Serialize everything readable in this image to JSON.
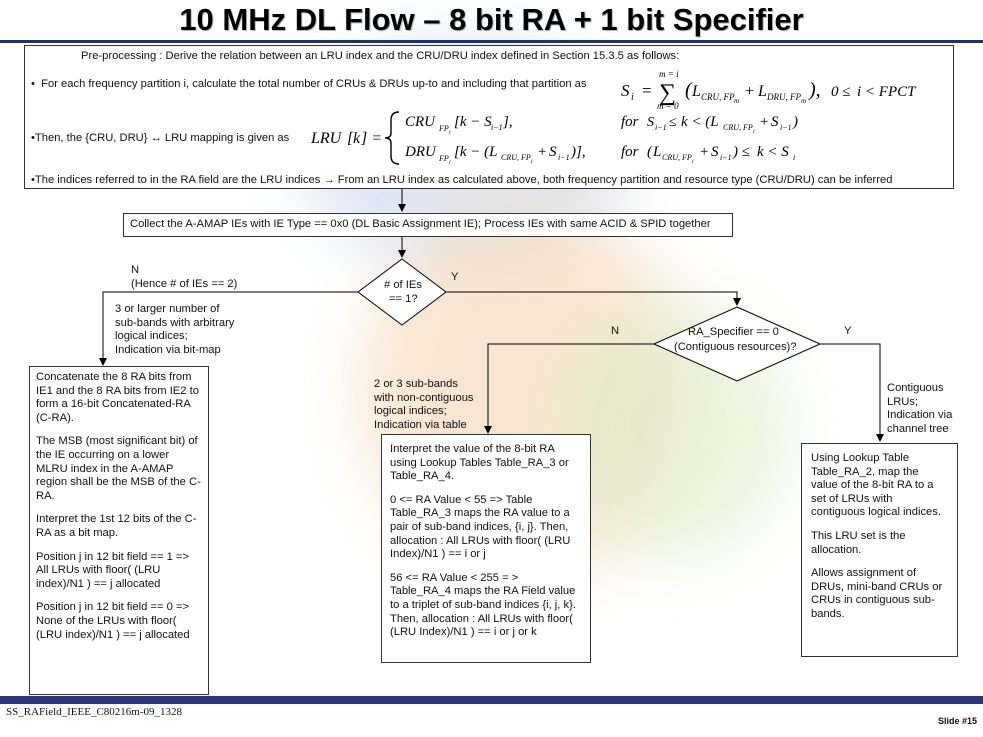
{
  "title": "10 MHz DL Flow – 8 bit RA + 1 bit Specifier",
  "preprocessing": {
    "heading": "Pre-processing : Derive the relation between an LRU index and the CRU/DRU index defined in Section 15.3.5 as follows:",
    "bullet1": "For each frequency partition i, calculate the total number of CRUs & DRUs up-to and including that partition as",
    "bullet1_formula": "S_i = Σ_{m=0}^{m=i} ( L_CRU,FPm + L_DRU,FPm ),  0 ≤ i < FPCT",
    "bullet2": "Then, the {CRU, DRU} ↔ LRU mapping is given as",
    "bullet2_formula_lhs": "LRU[k] =",
    "bullet2_formula_case1": "CRU_FPi[k − S_i−1],   for S_i−1 ≤ k < (L_CRU,FPi + S_i−1)",
    "bullet2_formula_case2": "DRU_FPi[k − (L_CRU,FPi + S_i−1)],   for (L_CRU,FPi + S_i−1) ≤ k < S_i",
    "bullet3": "The indices referred to in the RA field are the LRU indices → From an LRU index as calculated above, both frequency partition and resource type (CRU/DRU) can be inferred"
  },
  "collect_box": "Collect the A-AMAP IEs with IE Type == 0x0 (DL Basic Assignment IE); Process IEs with same ACID & SPID together",
  "decision1": {
    "line1": "# of IEs",
    "line2": "== 1?",
    "no_label": "N",
    "no_sub": "(Hence # of IEs == 2)",
    "yes_label": "Y"
  },
  "decision2": {
    "line1": "RA_Specifier == 0",
    "line2": "(Contiguous resources)?",
    "no_label": "N",
    "yes_label": "Y"
  },
  "notes": {
    "left": [
      "3 or larger number of",
      "sub-bands with arbitrary",
      "logical indices;",
      "Indication via bit-map"
    ],
    "middle": [
      "2 or 3 sub-bands",
      "with non-contiguous",
      "logical indices;",
      "Indication via table"
    ],
    "right": [
      "Contiguous",
      "LRUs;",
      "Indication via",
      "channel tree"
    ]
  },
  "left_box": [
    "Concatenate the 8 RA bits from IE1 and the 8 RA bits from IE2 to form a 16-bit Concatenated-RA (C-RA).",
    "The MSB (most significant bit) of the IE occurring on a lower MLRU index in the A-AMAP region shall be the MSB of the C-RA.",
    "Interpret the 1st 12 bits of the C-RA as a bit map.",
    "Position j in 12 bit field == 1 => All LRUs with floor( (LRU index)/N1 ) == j allocated",
    "Position j in 12 bit field == 0 => None of the LRUs with floor( (LRU index)/N1 ) == j allocated"
  ],
  "middle_box": [
    "Interpret the value of the 8-bit RA using Lookup Tables Table_RA_3 or Table_RA_4.",
    "0 <= RA Value < 55 => Table Table_RA_3 maps the RA value to a pair of sub-band indices, {i, j}. Then, allocation : All LRUs with floor( (LRU Index)/N1 ) == i or j",
    "56 <= RA Value < 255 = > Table_RA_4 maps the RA Field value to a triplet of sub-band indices {i, j, k}. Then, allocation : All LRUs with floor( (LRU Index)/N1 ) == i or j or k"
  ],
  "right_box": [
    "Using Lookup Table Table_RA_2, map the value of the 8-bit RA to a set of LRUs with contiguous logical indices.",
    "This LRU set is the allocation.",
    "Allows assignment of DRUs, mini-band CRUs or CRUs in contiguous sub-bands."
  ],
  "footer_left": "SS_RAField_IEEE_C80216m-09_1328",
  "footer_right": "Slide #15",
  "colors": {
    "accent_bar": "#1f2f7f",
    "bottom_bar": "#2a3580"
  }
}
